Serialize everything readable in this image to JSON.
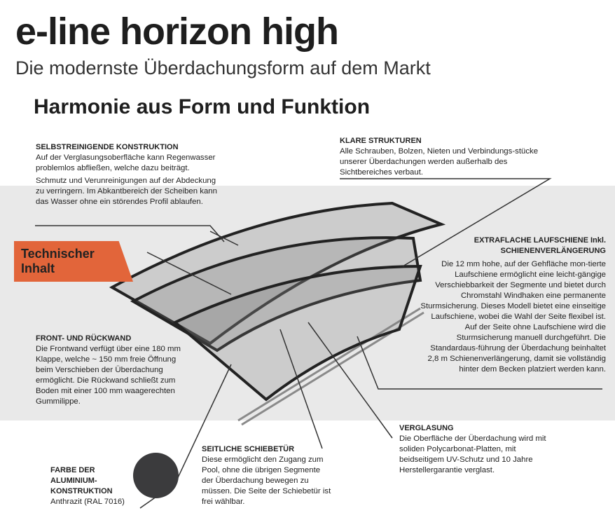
{
  "title": "e-line horizon high",
  "subtitle": "Die modernste Überdachungsform auf dem Markt",
  "heading": "Harmonie aus Form und Funktion",
  "badge": "Technischer Inhalt",
  "sections": {
    "selbst": {
      "title": "SELBSTREINIGENDE KONSTRUKTION",
      "text1": "Auf der Verglasungsoberfläche kann Regenwasser problemlos abfließen, welche dazu beiträgt.",
      "text2": "Schmutz und Verunreinigungen auf der Abdeckung zu verringern. Im Abkantbereich der Scheiben kann das Wasser ohne ein störendes Profil ablaufen."
    },
    "klare": {
      "title": "KLARE STRUKTUREN",
      "text": "Alle Schrauben, Bolzen, Nieten und Verbindungs-stücke unserer Überdachungen werden außerhalb des Sichtbereiches verbaut."
    },
    "laufschiene": {
      "title": "EXTRAFLACHE LAUFSCHIENE Inkl. SCHIENENVERLÄNGERUNG",
      "text": "Die 12 mm hohe, auf der Gehfläche mon-tierte Laufschiene ermöglicht eine leicht-gängige Verschiebbarkeit der Segmente und bietet durch Chromstahl Windhaken eine permanente Sturmsicherung. Dieses Modell bietet eine einseitige Laufschiene, wobei die Wahl der Seite flexibel ist. Auf der Seite ohne Laufschiene wird die Sturmsicherung manuell durchgeführt. Die Standardaus-führung der Überdachung beinhaltet 2,8 m Schienenverlängerung, damit sie vollständig hinter dem Becken platziert werden kann."
    },
    "front": {
      "title": "FRONT- UND RÜCKWAND",
      "text": "Die Frontwand verfügt über eine 180 mm Klappe, welche ~ 150 mm freie Öffnung beim Verschieben der Überdachung ermöglicht. Die Rückwand schließt zum Boden mit einer 100 mm waagerechten Gummilippe."
    },
    "verglasung": {
      "title": "VERGLASUNG",
      "text": "Die Oberfläche der Überdachung wird mit soliden Polycarbonat-Platten, mit beidseitigem UV-Schutz und 10 Jahre Herstellergarantie verglast."
    },
    "tuer": {
      "title": "SEITLICHE SCHIEBETÜR",
      "text": "Diese ermöglicht den Zugang zum Pool, ohne die übrigen Segmente der Überdachung bewegen zu müssen. Die Seite der Schiebetür ist frei wählbar."
    },
    "farbe": {
      "title": "FARBE DER ALUMINIUM-KONSTRUKTION",
      "text": "Anthrazit (RAL 7016)"
    }
  },
  "colors": {
    "badge": "#e2653a",
    "anthrazit": "#3b3b3d",
    "band": "#e9e9e9"
  }
}
